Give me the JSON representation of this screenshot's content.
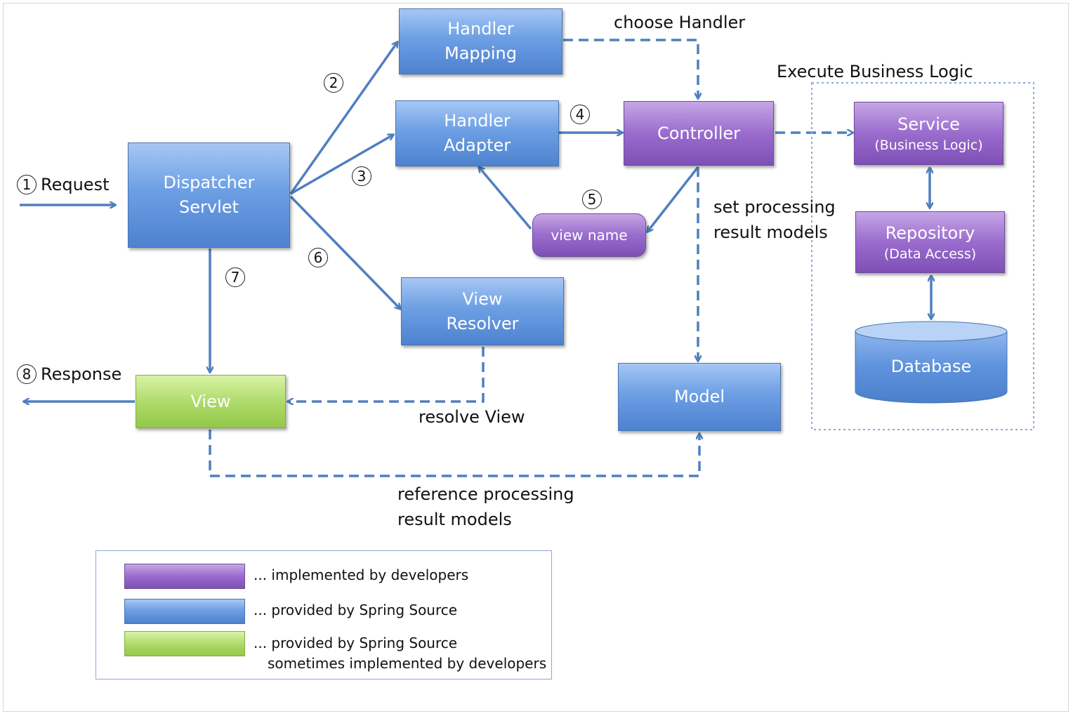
{
  "nodes": {
    "dispatcher": {
      "line1": "Dispatcher",
      "line2": "Servlet"
    },
    "handler_mapping": {
      "line1": "Handler",
      "line2": "Mapping"
    },
    "handler_adapter": {
      "line1": "Handler",
      "line2": "Adapter"
    },
    "controller": {
      "label": "Controller"
    },
    "view_name": {
      "label": "view name"
    },
    "view_resolver": {
      "line1": "View",
      "line2": "Resolver"
    },
    "view": {
      "label": "View"
    },
    "model": {
      "label": "Model"
    },
    "service": {
      "label": "Service",
      "sub": "(Business Logic)"
    },
    "repository": {
      "label": "Repository",
      "sub": "(Data Access)"
    },
    "database": {
      "label": "Database"
    }
  },
  "steps": {
    "s1": {
      "num": "1",
      "text": "Request"
    },
    "s2": {
      "num": "2"
    },
    "s3": {
      "num": "3"
    },
    "s4": {
      "num": "4"
    },
    "s5": {
      "num": "5"
    },
    "s6": {
      "num": "6"
    },
    "s7": {
      "num": "7"
    },
    "s8": {
      "num": "8",
      "text": "Response"
    }
  },
  "edge_labels": {
    "choose_handler": "choose Handler",
    "execute_business_logic": "Execute Business Logic",
    "set_models_1": "set processing",
    "set_models_2": "result models",
    "resolve_view": "resolve View",
    "reference_models_1": "reference processing",
    "reference_models_2": "result models"
  },
  "legend": {
    "purple": "... implemented by developers",
    "blue": "... provided by Spring Source",
    "green_1": "... provided by Spring Source",
    "green_2": "sometimes implemented by developers"
  },
  "colors": {
    "edge": "#4f7fbf",
    "blue_component": "#5b8fd8",
    "purple_component": "#8c5cc4",
    "green_component": "#a3d25a"
  }
}
